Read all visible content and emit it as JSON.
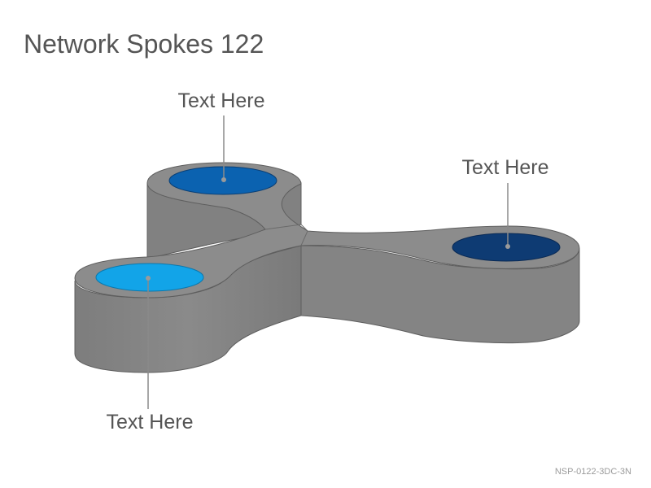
{
  "title": "Network Spokes 122",
  "labels": {
    "top": "Text Here",
    "right": "Text Here",
    "left": "Text Here"
  },
  "footer_code": "NSP-0122-3DC-3N",
  "colors": {
    "hub_body": "#858585",
    "hub_top": "#8f8f8f",
    "hub_side_dark": "#7a7a7a",
    "outline": "#5e5e5e",
    "spoke_top": "#0b62b0",
    "spoke_right": "#0e3b73",
    "spoke_left": "#12a4e8",
    "leader": "#8a8a8a"
  }
}
